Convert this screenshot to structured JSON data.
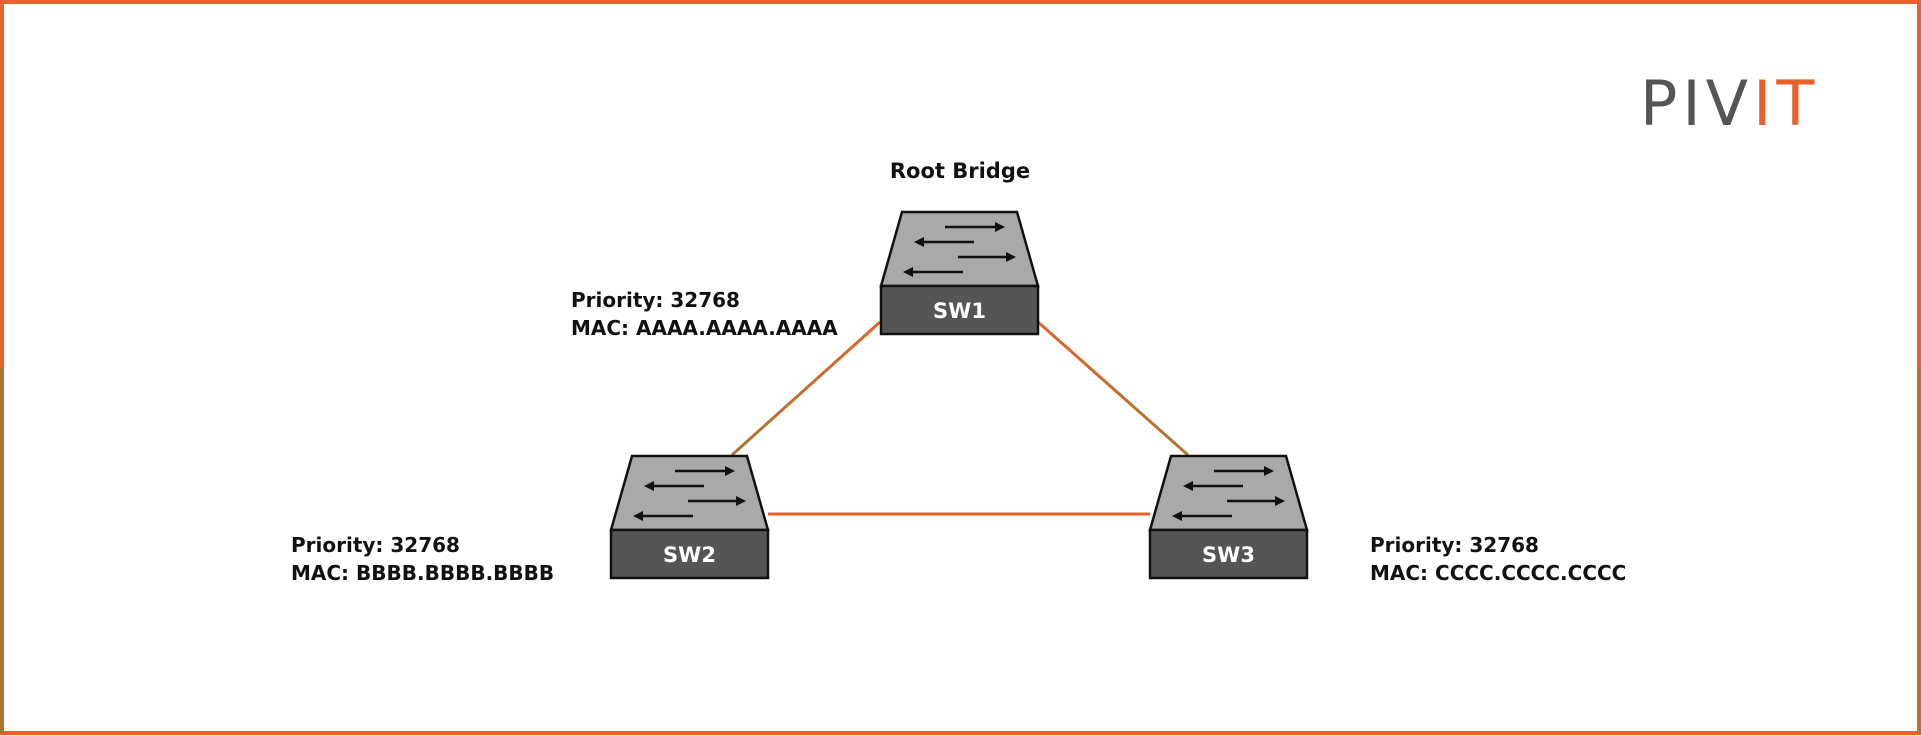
{
  "colors": {
    "frame": "#E8612C",
    "frame_lower_left": "#A8782E",
    "link_orange": "#E8612C",
    "link_brown": "#A8782E",
    "switch_top": "#A9A9A9",
    "switch_base": "#555555",
    "switch_outline": "#111111",
    "logo_gray": "#555555",
    "logo_orange": "#E8612C"
  },
  "logo": {
    "part1": "PIV",
    "part2": "IT"
  },
  "root_label": "Root Bridge",
  "switches": [
    {
      "name": "SW1",
      "priority": "Priority: 32768",
      "mac": "MAC: AAAA.AAAA.AAAA",
      "icon": "switch-icon"
    },
    {
      "name": "SW2",
      "priority": "Priority: 32768",
      "mac": "MAC: BBBB.BBBB.BBBB",
      "icon": "switch-icon"
    },
    {
      "name": "SW3",
      "priority": "Priority: 32768",
      "mac": "MAC: CCCC.CCCC.CCCC",
      "icon": "switch-icon"
    }
  ],
  "links": [
    {
      "from": "SW1",
      "to": "SW2"
    },
    {
      "from": "SW1",
      "to": "SW3"
    },
    {
      "from": "SW2",
      "to": "SW3"
    }
  ]
}
